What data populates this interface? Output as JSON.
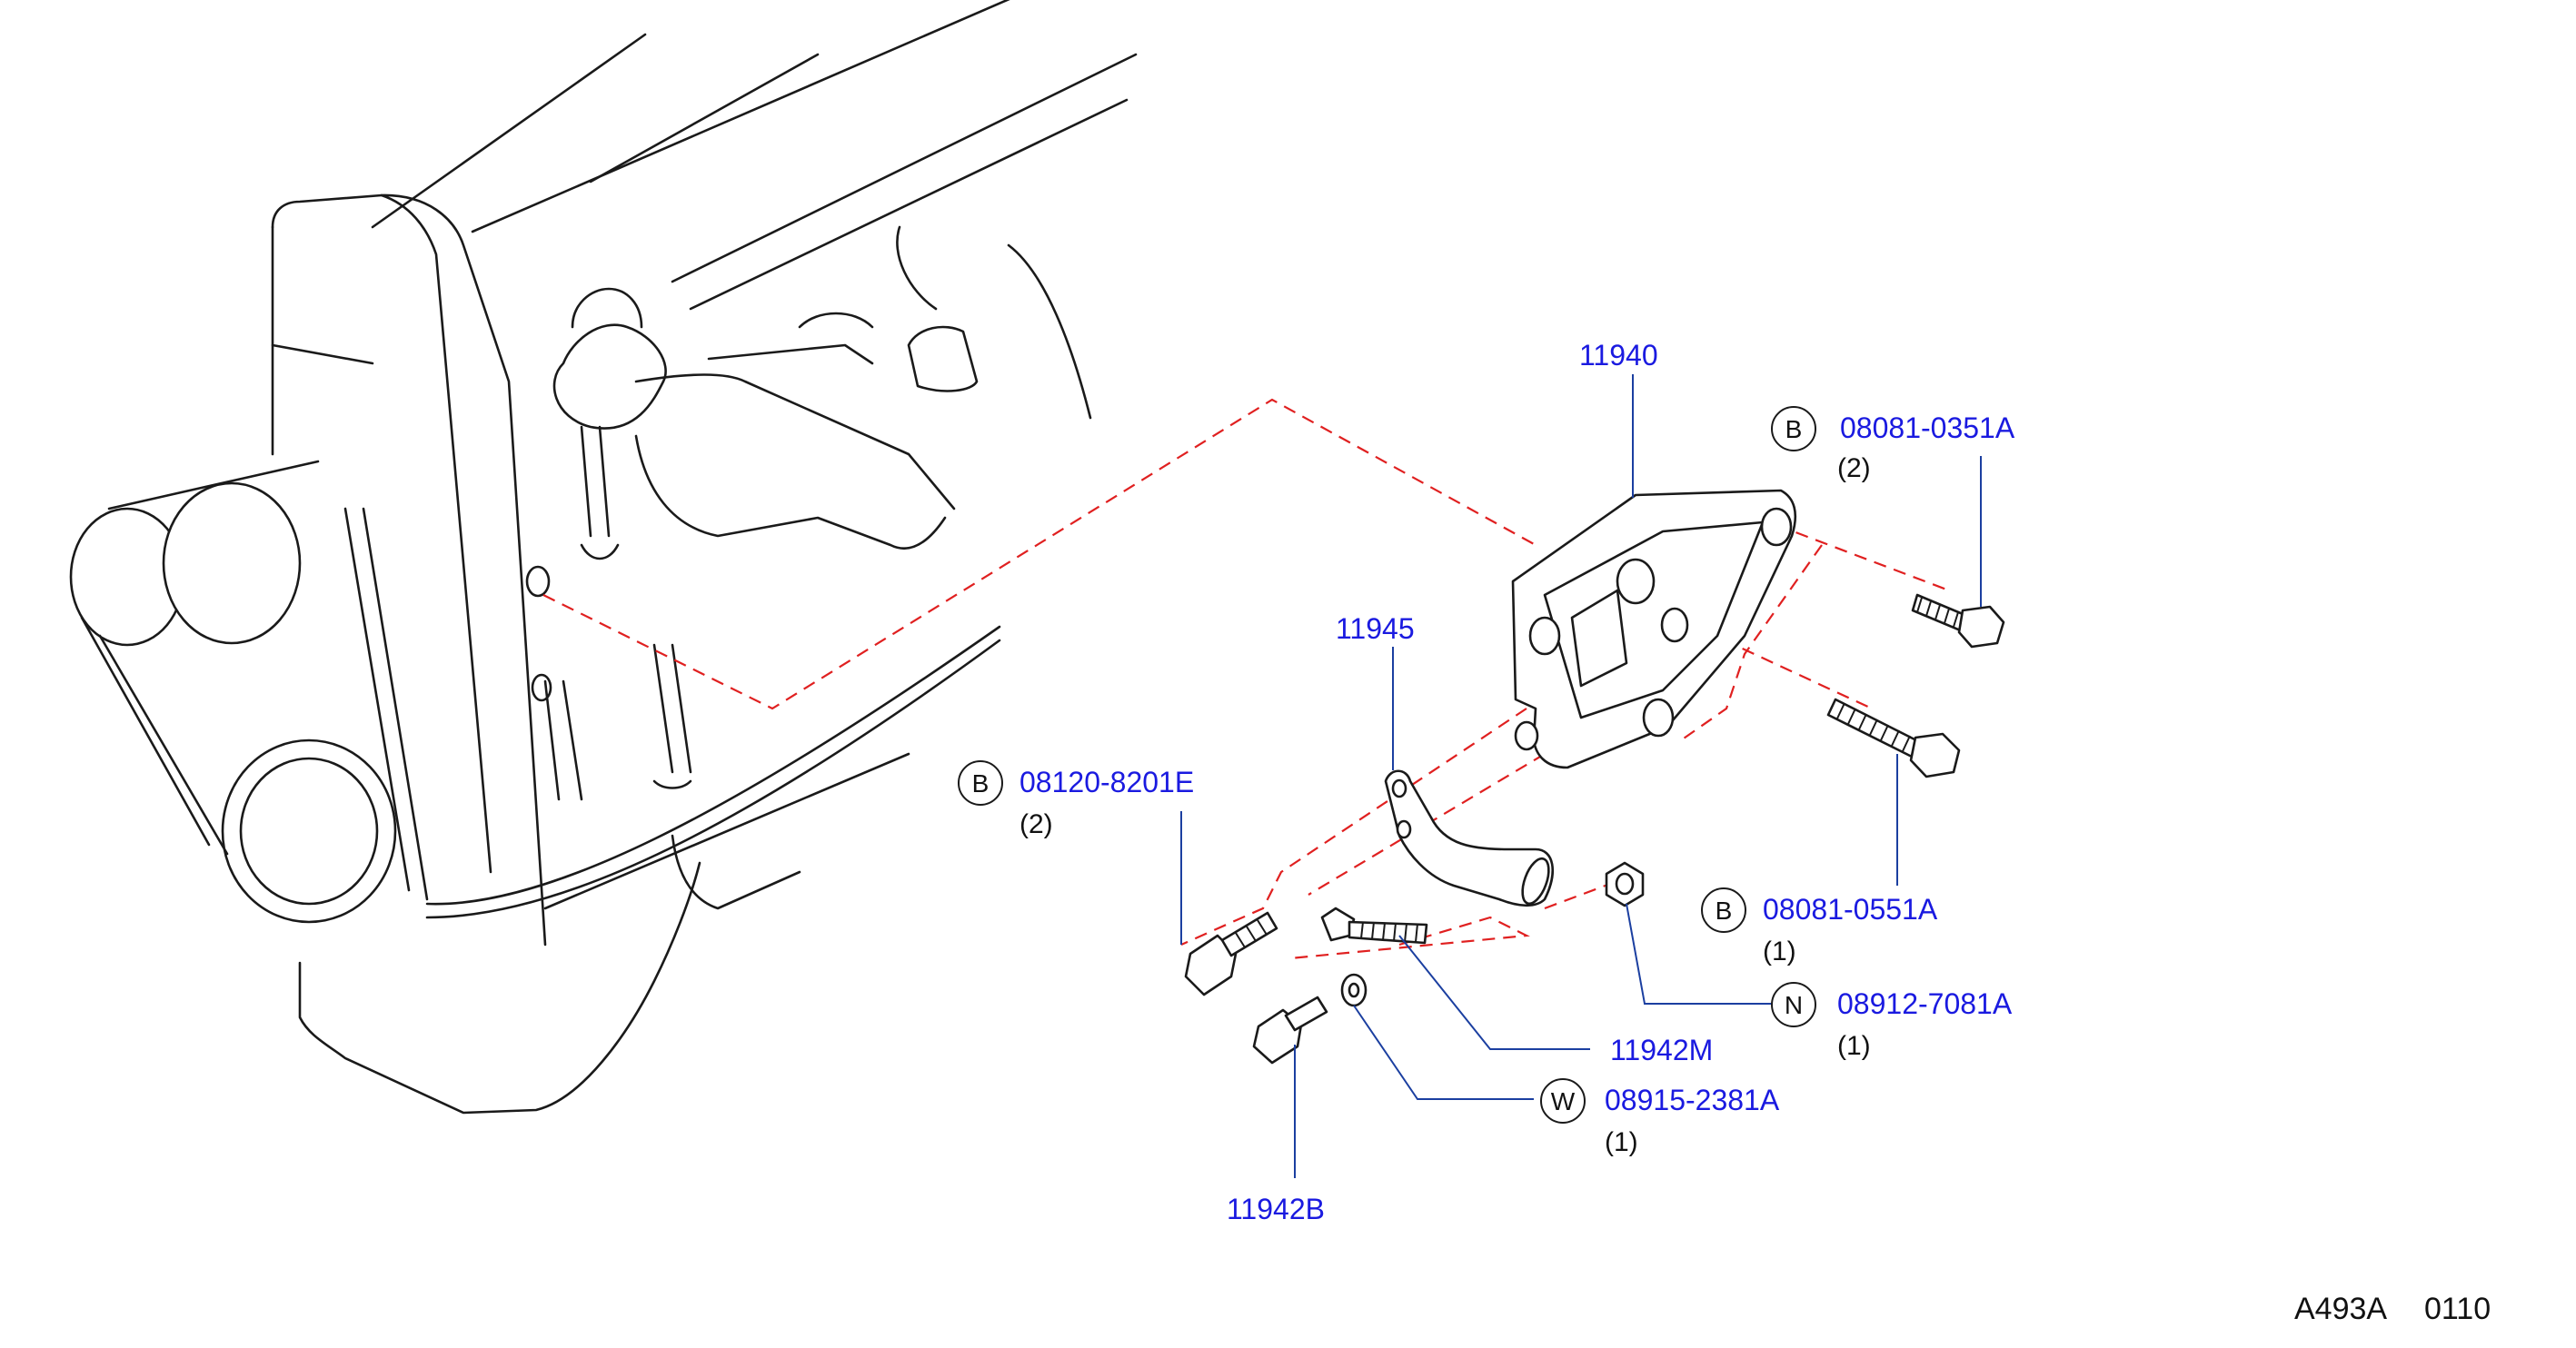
{
  "parts": [
    {
      "id": "p11940",
      "number": "11940"
    },
    {
      "id": "p11945",
      "number": "11945"
    },
    {
      "id": "p080810351",
      "code": "B",
      "number": "08081-0351A",
      "qty": "(2)"
    },
    {
      "id": "p081208201",
      "code": "B",
      "number": "08120-8201E",
      "qty": "(2)"
    },
    {
      "id": "p080810551",
      "code": "B",
      "number": "08081-0551A",
      "qty": "(1)"
    },
    {
      "id": "p089127081",
      "code": "N",
      "number": "08912-7081A",
      "qty": "(1)"
    },
    {
      "id": "p11942M",
      "number": "11942M"
    },
    {
      "id": "p089152381",
      "code": "W",
      "number": "08915-2381A",
      "qty": "(1)"
    },
    {
      "id": "p11942B",
      "number": "11942B"
    }
  ],
  "reference": {
    "figure": "A493A",
    "page": "0110"
  },
  "colors": {
    "part_number": "#1a1ae0",
    "leader": "#1b3fa0",
    "phantom_line": "#e02020",
    "linework": "#1a1a1a"
  }
}
